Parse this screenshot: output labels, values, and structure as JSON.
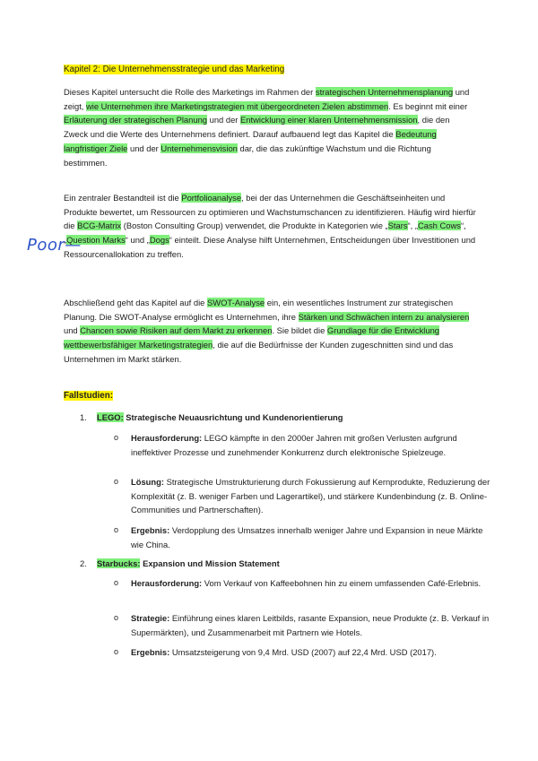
{
  "heading": "Kapitel 2: Die Unternehmensstrategie und das Marketing",
  "annotation": "Poor—",
  "p1": {
    "s1": "Dieses Kapitel untersucht die Rolle des Marketings im Rahmen der ",
    "h1": "strategischen Unternehmensplanung",
    "s2": " und zeigt, ",
    "h2": "wie Unternehmen ihre Marketingstrategien mit übergeordneten Zielen abstimmen",
    "s3": ". Es beginnt mit einer ",
    "h3": "Erläuterung der strategischen Planung",
    "s4": " und der ",
    "h4": "Entwicklung einer klaren Unternehmensmission",
    "s5": ", die den Zweck und die Werte des Unternehmens definiert. Darauf aufbauend legt das Kapitel die ",
    "h5": "Bedeutung langfristiger Ziele",
    "s6": " und der ",
    "h6": "Unternehmensvision",
    "s7": " dar, die das zukünftige Wachstum und die Richtung bestimmen."
  },
  "p2": {
    "s1": "Ein zentraler Bestandteil ist die ",
    "h1": "Portfolioanalyse",
    "s2": ", bei der das Unternehmen die Geschäftseinheiten und Produkte bewertet, um Ressourcen zu optimieren und Wachstumschancen zu identifizieren. Häufig wird hierfür die ",
    "h2": "BCG-Matrix",
    "s3": " (Boston Consulting Group) verwendet, die Produkte in Kategorien wie „",
    "h3": "Stars",
    "s4": "“, „",
    "h4": "Cash Cows",
    "s5": "“, „",
    "h5": "Question Marks",
    "s6": "“ und „",
    "h6": "Dogs",
    "s7": "“ einteilt. Diese Analyse hilft Unternehmen, Entscheidungen über Investitionen und Ressourcenallokation zu treffen."
  },
  "p3": {
    "s1": "Abschließend geht das Kapitel auf die ",
    "h1": "SWOT-Analyse",
    "s2": " ein, ein wesentliches Instrument zur strategischen Planung. Die SWOT-Analyse ermöglicht es Unternehmen, ihre ",
    "h2": "Stärken und Schwächen intern zu analysieren",
    "s3": " und ",
    "h3": "Chancen sowie Risiken auf dem Markt zu erkennen",
    "s4": ". Sie bildet die ",
    "h4": "Grundlage für die Entwicklung wettbewerbsfähiger Marketingstrategien",
    "s5": ", die auf die Bedürfnisse der Kunden zugeschnitten sind und das Unternehmen im Markt stärken."
  },
  "fallstudien": "Fallstudien:",
  "bullet_char": "o",
  "cases": [
    {
      "num": "1.",
      "name": "LEGO:",
      "title": " Strategische Neuausrichtung und Kundenorientierung",
      "items": [
        {
          "label": "Herausforderung:",
          "text": " LEGO kämpfte in den 2000er Jahren mit großen Verlusten aufgrund ineffektiver Prozesse und zunehmender Konkurrenz durch elektronische Spielzeuge."
        },
        {
          "label": "Lösung:",
          "text": " Strategische Umstrukturierung durch Fokussierung auf Kernprodukte, Reduzierung der Komplexität (z. B. weniger Farben und Lagerartikel), und stärkere Kundenbindung (z. B. Online-Communities und Partnerschaften)."
        },
        {
          "label": "Ergebnis:",
          "text": " Verdopplung des Umsatzes innerhalb weniger Jahre und Expansion in neue Märkte wie China."
        }
      ]
    },
    {
      "num": "2.",
      "name": "Starbucks:",
      "title": " Expansion und Mission Statement",
      "items": [
        {
          "label": "Herausforderung:",
          "text": " Vom Verkauf von Kaffeebohnen hin zu einem umfassenden Café-Erlebnis."
        },
        {
          "label": "Strategie:",
          "text": " Einführung eines klaren Leitbilds, rasante Expansion, neue Produkte (z. B. Verkauf in Supermärkten), und Zusammenarbeit mit Partnern wie Hotels."
        },
        {
          "label": "Ergebnis:",
          "text": " Umsatzsteigerung von 9,4 Mrd. USD (2007) auf 22,4 Mrd. USD (2017)."
        }
      ]
    }
  ]
}
